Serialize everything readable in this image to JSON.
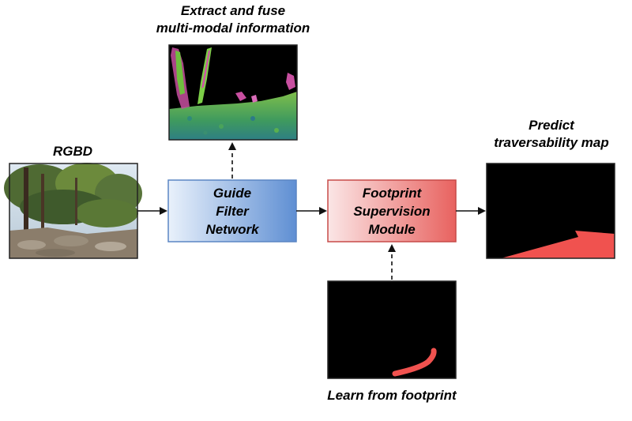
{
  "labels": {
    "extract": [
      "Extract and fuse",
      "multi-modal information"
    ],
    "rgbd": "RGBD",
    "predict": [
      "Predict",
      "traversability map"
    ],
    "learn": "Learn from footprint"
  },
  "modules": {
    "guide_filter": [
      "Guide",
      "Filter",
      "Network"
    ],
    "footprint": [
      "Footprint",
      "Supervision",
      "Module"
    ]
  },
  "colors": {
    "guide_filter_fill_start": "#e9f1fb",
    "guide_filter_fill_end": "#5f8fd3",
    "guide_filter_border": "#5b86c4",
    "footprint_fill_start": "#fbe6e6",
    "footprint_fill_end": "#e8625f",
    "footprint_border": "#c74b49",
    "traversable_region": "#f0524f",
    "footprint_path": "#f0524f",
    "image_background": "#000000"
  },
  "icons": {
    "rgbd_image": "forest-photo",
    "feature_image": "multimodal-feature-map",
    "traversability_image": "traversability-map",
    "footprint_image": "footprint-map"
  }
}
